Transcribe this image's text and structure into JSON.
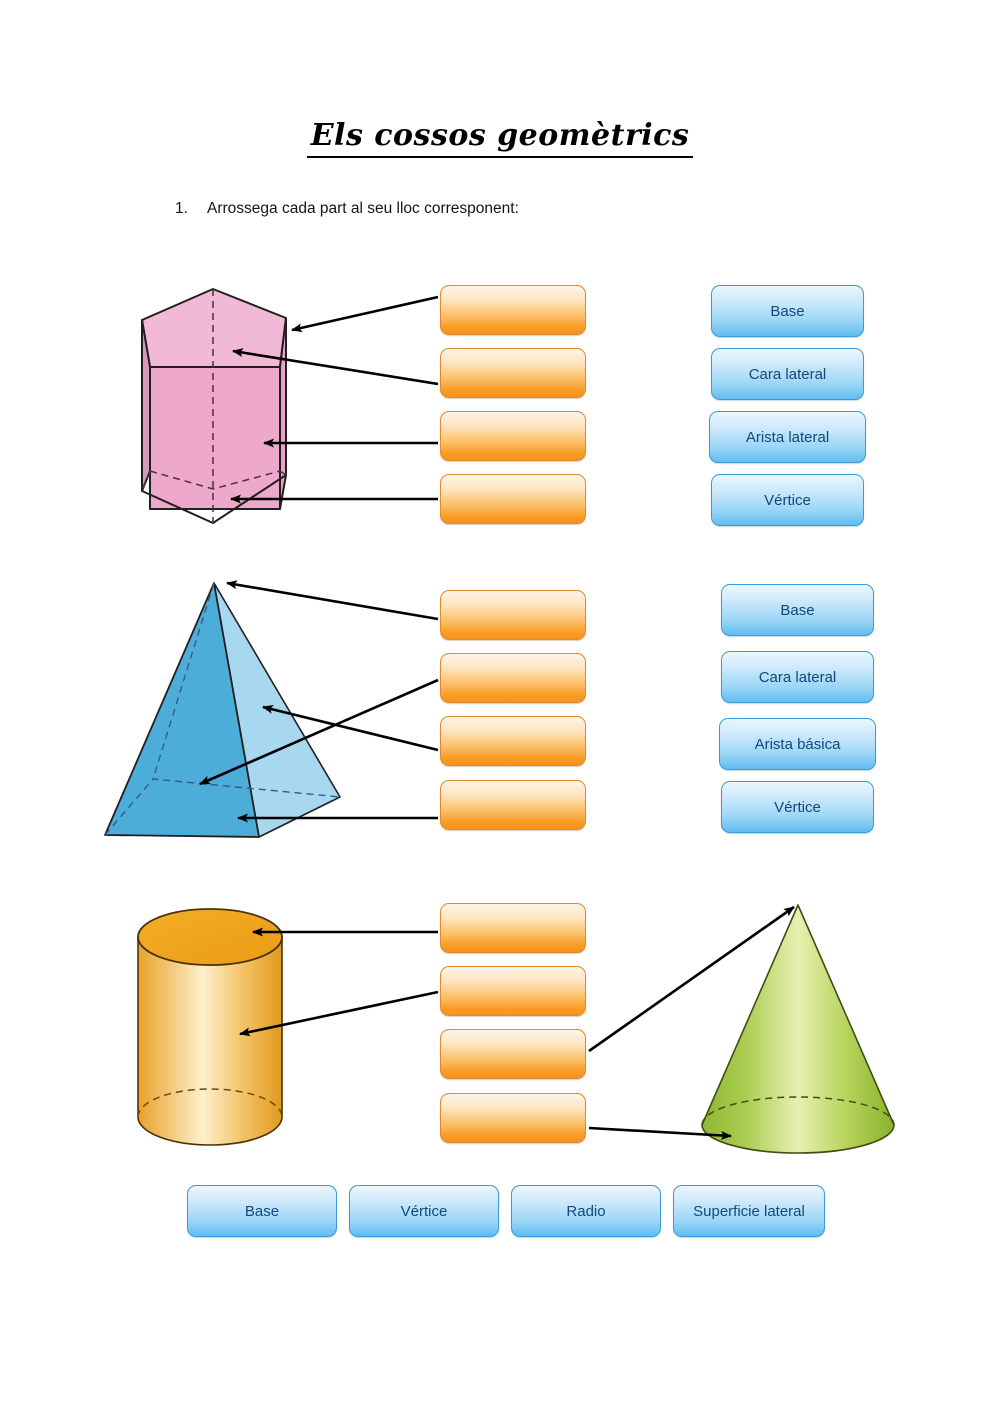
{
  "document": {
    "title": "Els cossos geomètrics",
    "instruction_number": "1.",
    "instruction_text": "Arrossega cada part al seu lloc corresponent:"
  },
  "colors": {
    "dropzone_fill": "#f79420",
    "dropzone_border": "#e08a2e",
    "label_fill": "#9bd6f6",
    "label_border": "#3d9ad9",
    "label_text": "#13477d",
    "prism_front": "#eda8cc",
    "prism_side": "#d79ab9",
    "prism_top": "#f2b9d6",
    "pyramid_left": "#4badd8",
    "pyramid_right": "#a8d8ef",
    "cylinder_top": "#f0a81a",
    "cylinder_body": "#f5c96a",
    "cone_body": "#a8cb4a",
    "arrow": "#000000"
  },
  "sections": [
    {
      "id": "prism",
      "shape_name": "pentagonal-prism",
      "dropzones": [
        {
          "id": "prism-drop-1"
        },
        {
          "id": "prism-drop-2"
        },
        {
          "id": "prism-drop-3"
        },
        {
          "id": "prism-drop-4"
        }
      ],
      "labels": [
        {
          "id": "prism-label-base",
          "text": "Base"
        },
        {
          "id": "prism-label-cara",
          "text": "Cara lateral"
        },
        {
          "id": "prism-label-arista",
          "text": "Arista lateral"
        },
        {
          "id": "prism-label-vertice",
          "text": "Vértice"
        }
      ]
    },
    {
      "id": "pyramid",
      "shape_name": "square-pyramid",
      "dropzones": [
        {
          "id": "pyramid-drop-1"
        },
        {
          "id": "pyramid-drop-2"
        },
        {
          "id": "pyramid-drop-3"
        },
        {
          "id": "pyramid-drop-4"
        }
      ],
      "labels": [
        {
          "id": "pyramid-label-base",
          "text": "Base"
        },
        {
          "id": "pyramid-label-cara",
          "text": "Cara lateral"
        },
        {
          "id": "pyramid-label-arista",
          "text": "Arista básica"
        },
        {
          "id": "pyramid-label-vertice",
          "text": "Vértice"
        }
      ]
    },
    {
      "id": "round-bodies",
      "shape_name": "cylinder-and-cone",
      "dropzones": [
        {
          "id": "round-drop-1"
        },
        {
          "id": "round-drop-2"
        },
        {
          "id": "round-drop-3"
        },
        {
          "id": "round-drop-4"
        }
      ],
      "labels": [
        {
          "id": "round-label-base",
          "text": "Base"
        },
        {
          "id": "round-label-vertice",
          "text": "Vértice"
        },
        {
          "id": "round-label-radio",
          "text": "Radio"
        },
        {
          "id": "round-label-superficie",
          "text": "Superficie lateral"
        }
      ]
    }
  ]
}
